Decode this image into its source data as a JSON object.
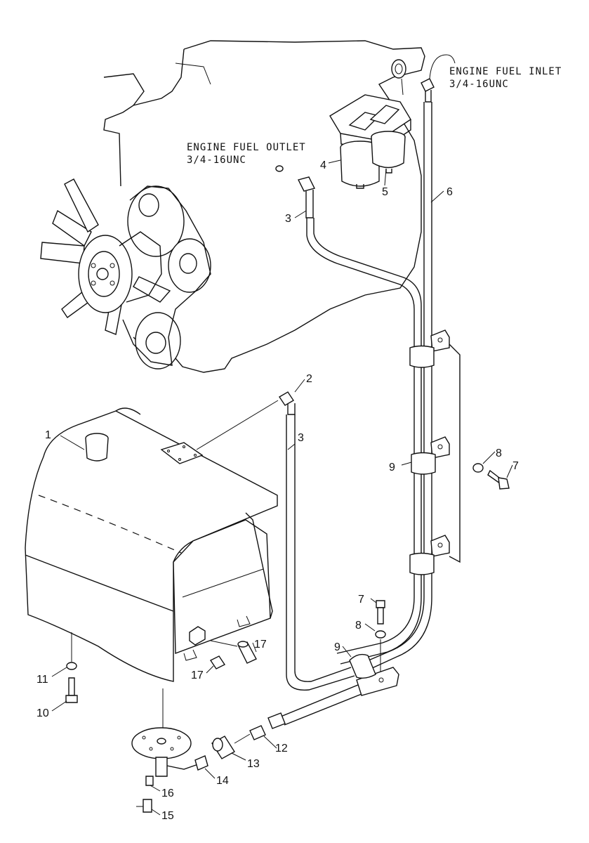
{
  "notes": {
    "inlet_title": "ENGINE FUEL INLET",
    "inlet_thread": "3/4-16UNC",
    "outlet_title": "ENGINE FUEL OUTLET",
    "outlet_thread": "3/4-16UNC"
  },
  "callouts": {
    "c1": "1",
    "c2": "2",
    "c3a": "3",
    "c3b": "3",
    "c4": "4",
    "c5": "5",
    "c6": "6",
    "c7a": "7",
    "c7b": "7",
    "c8a": "8",
    "c8b": "8",
    "c9a": "9",
    "c9b": "9",
    "c10": "10",
    "c11": "11",
    "c12": "12",
    "c13": "13",
    "c14": "14",
    "c15": "15",
    "c16": "16",
    "c17a": "17",
    "c17b": "17"
  }
}
